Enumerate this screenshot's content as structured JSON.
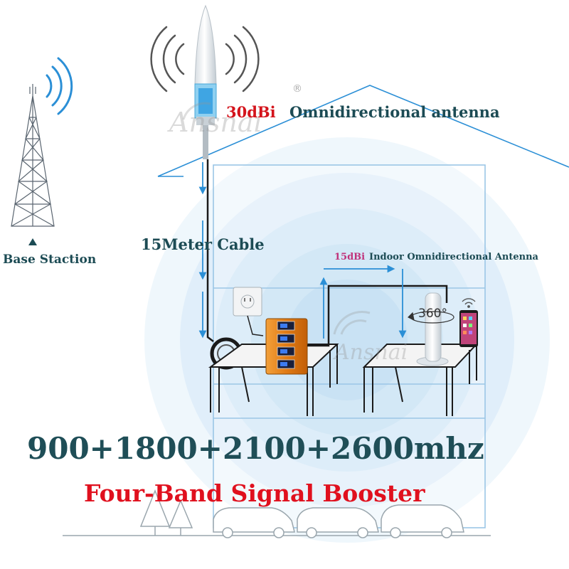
{
  "labels": {
    "antenna_gain": "30dBi",
    "antenna_name": "Omnidirectional antenna",
    "base_station": "Base Staction",
    "cable": "15Meter Cable",
    "indoor_gain": "15dBi",
    "indoor_name": "Indoor Omnidirectional Antenna",
    "rotation": "360°",
    "frequencies": "900+1800+2100+2600mhz",
    "subtitle": "Four-Band Signal Booster"
  },
  "watermark": {
    "brand": "Ansnai",
    "registered": "®"
  },
  "colors": {
    "signal_blue": "#2b8fd6",
    "halo_blue": "#cfe6f7",
    "booster_orange": "#e07a14",
    "headline_teal": "#1f4e57",
    "accent_red": "#e0101e",
    "line_gray": "#9aa6ad"
  },
  "icons": {
    "tower": "cell-tower-icon",
    "outdoor_antenna": "outdoor-antenna-icon",
    "booster": "signal-booster-icon",
    "indoor_antenna": "indoor-antenna-icon",
    "phone": "smartphone-icon",
    "socket": "wall-socket-icon",
    "cable": "cable-coil-icon"
  }
}
